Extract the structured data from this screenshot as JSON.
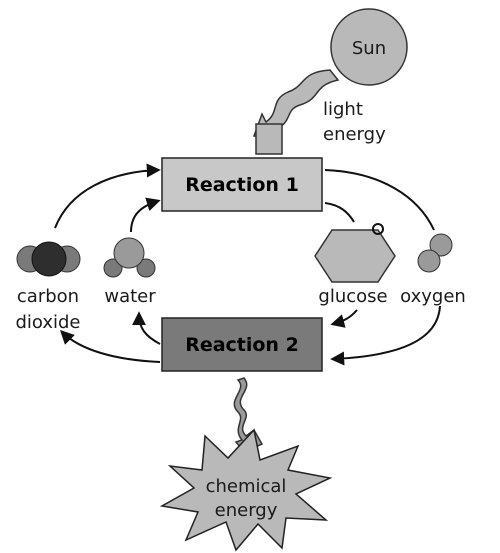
{
  "sun": {
    "label": "Sun"
  },
  "light": {
    "line1": "light",
    "line2": "energy"
  },
  "reaction1": {
    "label": "Reaction 1",
    "fill": "#c8c8c8"
  },
  "reaction2": {
    "label": "Reaction 2",
    "fill": "#7a7a7a"
  },
  "molecules": {
    "carbon_dioxide": {
      "line1": "carbon",
      "line2": "dioxide"
    },
    "water": {
      "label": "water"
    },
    "glucose": {
      "label": "glucose"
    },
    "oxygen": {
      "label": "oxygen"
    }
  },
  "chemical": {
    "line1": "chemical",
    "line2": "energy"
  },
  "colors": {
    "dark": "#2e2e2e",
    "mid": "#7a7a7a",
    "light": "#b9b9b9"
  }
}
